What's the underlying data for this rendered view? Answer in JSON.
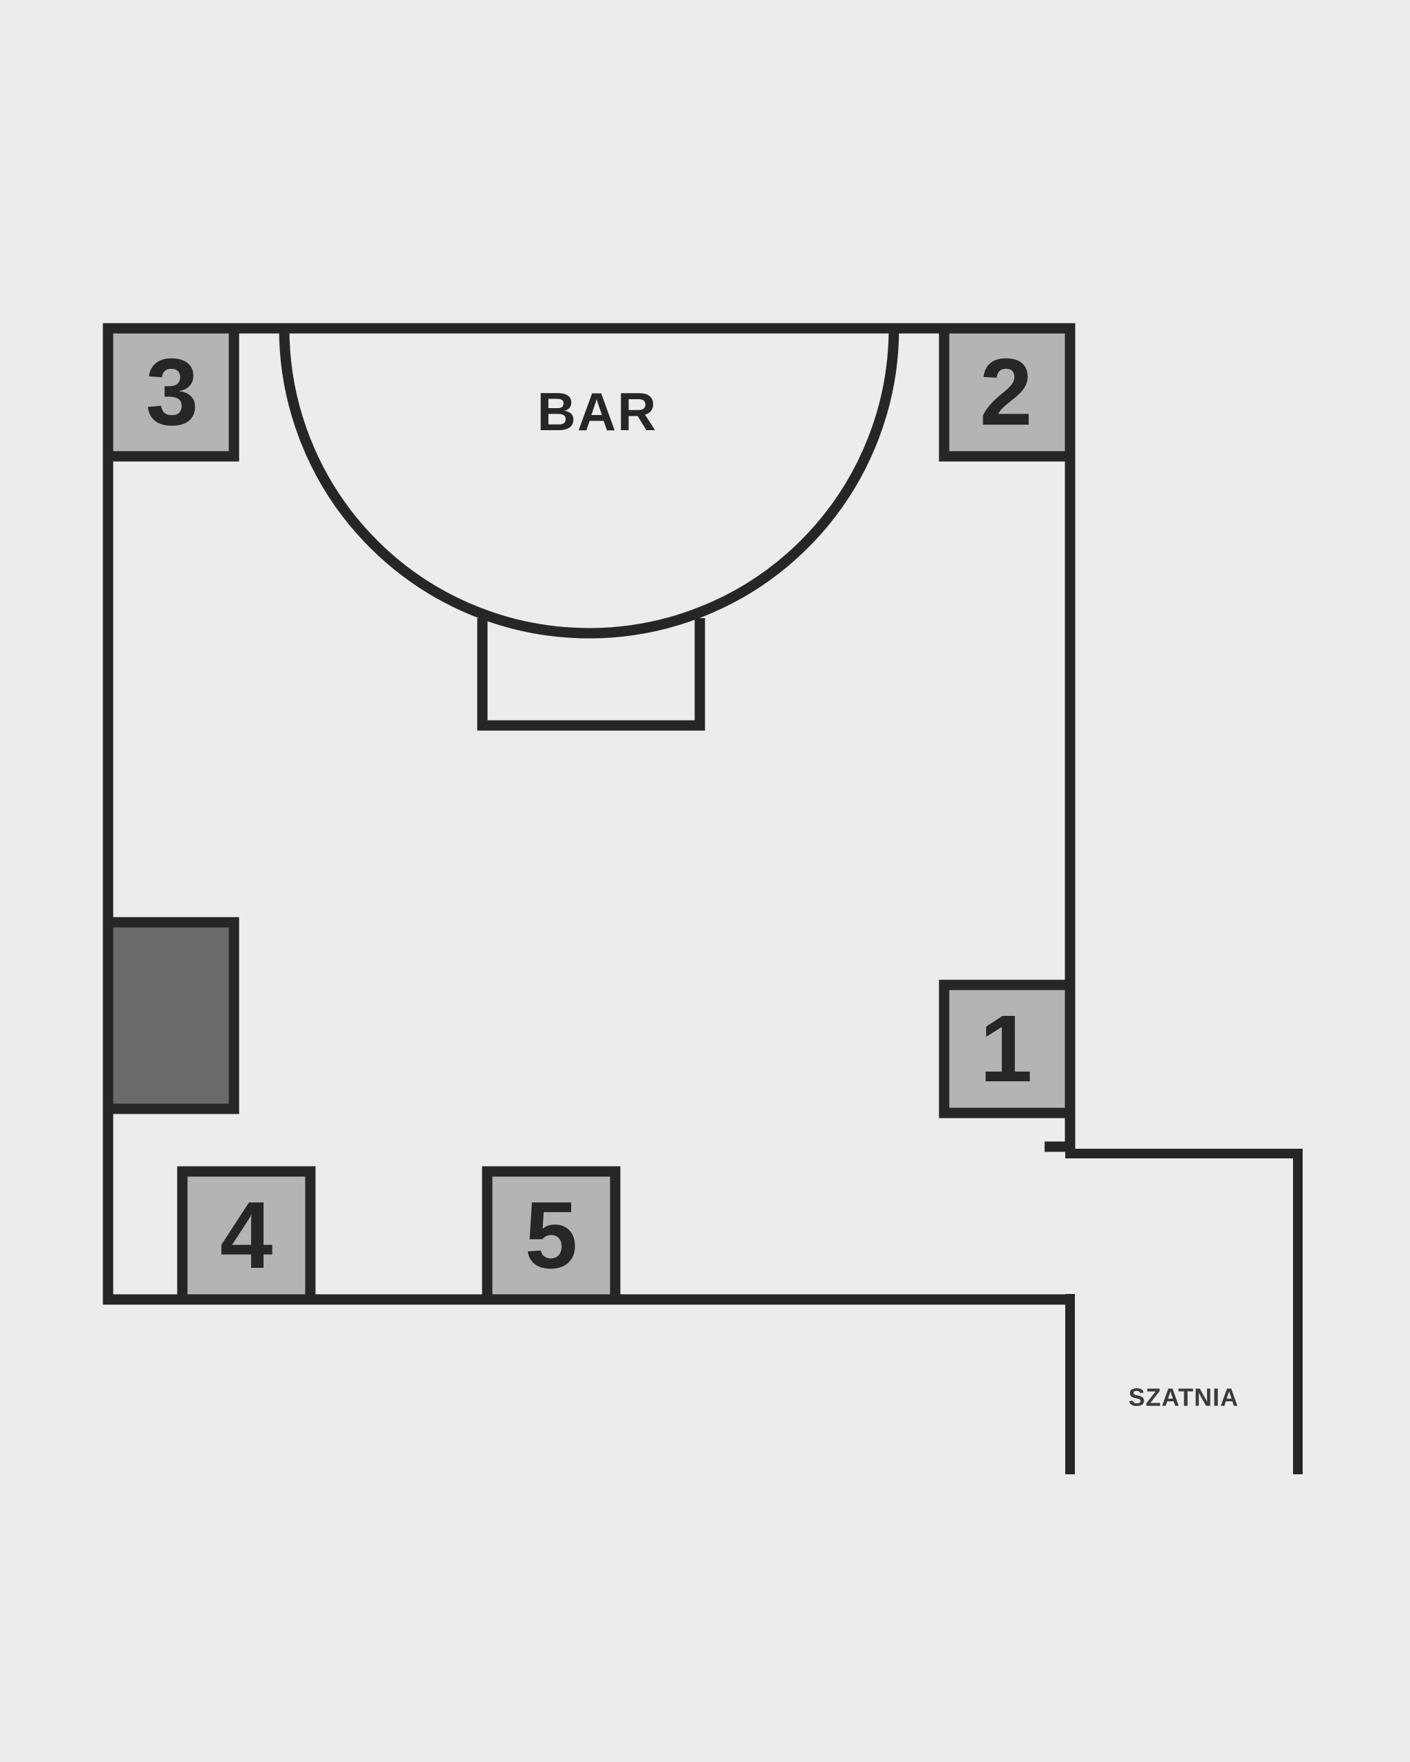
{
  "bar": {
    "label": "BAR"
  },
  "cloakroom": {
    "label": "SZATNIA"
  },
  "tables": [
    {
      "number": "1"
    },
    {
      "number": "2"
    },
    {
      "number": "3"
    },
    {
      "number": "4"
    },
    {
      "number": "5"
    }
  ],
  "colors": {
    "background": "#ececec",
    "wall": "#262626",
    "table_fill": "#b4b4b4",
    "stage_fill": "#6a6a6a"
  }
}
